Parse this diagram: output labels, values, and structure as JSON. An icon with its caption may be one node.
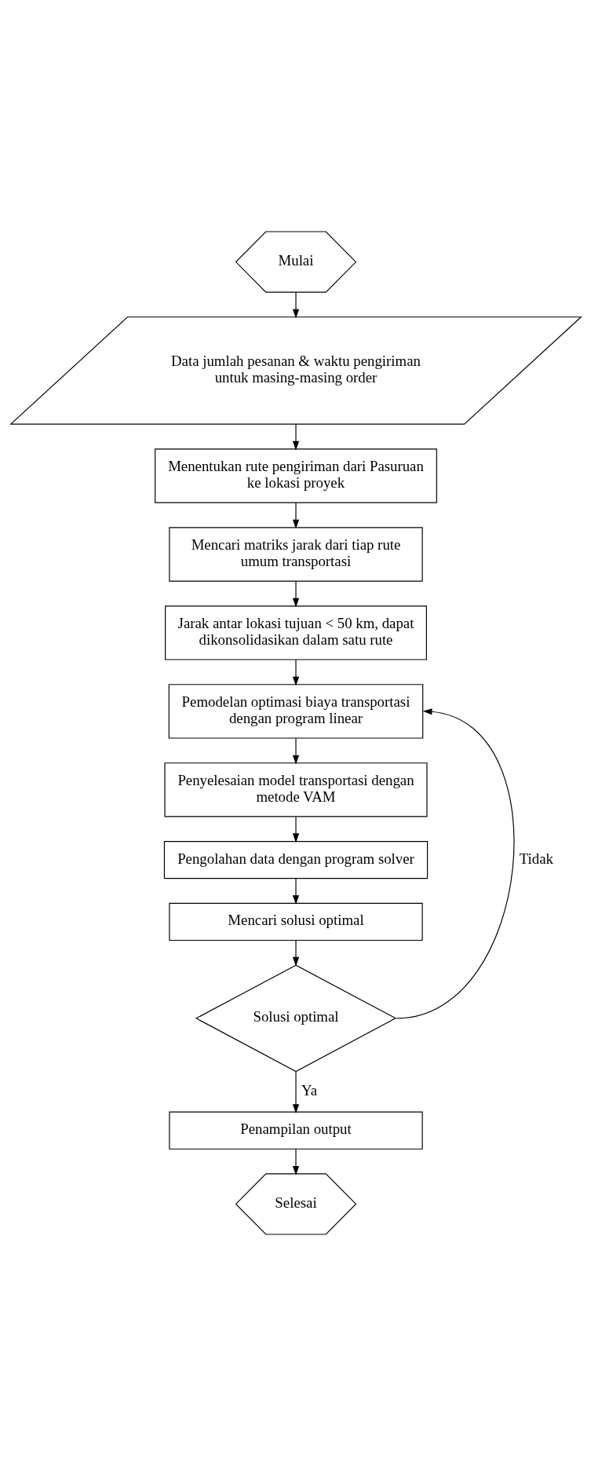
{
  "diagram": {
    "nodes": [
      {
        "text": [
          "Mulai"
        ]
      },
      {
        "text": [
          "Data jumlah pesanan & waktu pengiriman untuk masing-masing order"
        ]
      },
      {
        "text": [
          "Menentukan rute pengiriman dari Pasuruan ke lokasi proyek"
        ]
      },
      {
        "text": [
          "Mencari matriks jarak dari tiap rute umum transportasi"
        ]
      },
      {
        "text": [
          "Jarak antar lokasi tujuan < 50 km, dapat dikonsolidasikan dalam satu rute"
        ]
      },
      {
        "text": [
          "Pemodelan optimasi biaya transportasi dengan program linear"
        ]
      },
      {
        "text": [
          "Penyelesaian model transportasi dengan metode VAM"
        ]
      },
      {
        "text": [
          "Pengolahan data dengan program solver"
        ]
      },
      {
        "text": [
          "Mencari solusi optimal"
        ]
      },
      {
        "text": [
          "Solusi optimal"
        ]
      },
      {
        "text": [
          "Penampilan output"
        ]
      },
      {
        "text": [
          "Selesai"
        ]
      }
    ],
    "edges": [
      {
        "from": 0,
        "to": 1,
        "arrow": "to"
      },
      {
        "from": 1,
        "to": 2,
        "arrow": "to"
      },
      {
        "from": 2,
        "to": 3,
        "arrow": "to"
      },
      {
        "from": 3,
        "to": 4,
        "arrow": "to"
      },
      {
        "from": 4,
        "to": 5,
        "arrow": "to"
      },
      {
        "from": 5,
        "to": 6,
        "arrow": "to"
      },
      {
        "from": 6,
        "to": 7,
        "arrow": "to"
      },
      {
        "from": 7,
        "to": 8,
        "arrow": "to"
      },
      {
        "from": 8,
        "to": 9,
        "arrow": "to"
      },
      {
        "from": 9,
        "to": 5,
        "arrow": "to",
        "label": "Tidak"
      },
      {
        "from": 9,
        "to": 10,
        "arrow": "to",
        "label": "Ya"
      },
      {
        "from": 10,
        "to": 11,
        "arrow": "to"
      }
    ]
  }
}
